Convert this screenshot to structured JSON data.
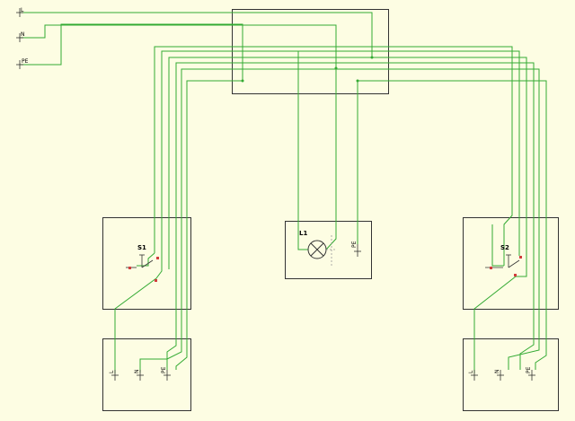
{
  "supply": {
    "line": "L",
    "neutral": "N",
    "protective_earth": "PE"
  },
  "lamp": {
    "label": "L1",
    "pe_terminal": "PE"
  },
  "switch_left": {
    "label": "S1"
  },
  "switch_right": {
    "label": "S2"
  },
  "socket_left": {
    "line": "L",
    "neutral": "N",
    "protective_earth": "PE"
  },
  "socket_right": {
    "line": "L",
    "neutral": "N",
    "protective_earth": "PE"
  },
  "colors": {
    "background": "#fdfde3",
    "wire": "#33aa33",
    "box_outline": "#333333",
    "contact_marker": "#d23c3c"
  }
}
